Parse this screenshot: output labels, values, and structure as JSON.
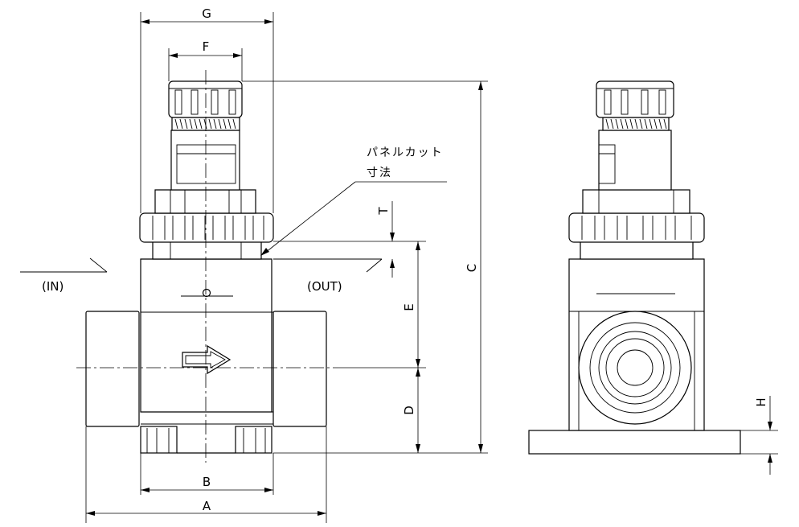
{
  "dimensions": {
    "a": "A",
    "b": "B",
    "c": "C",
    "d": "D",
    "e": "E",
    "f": "F",
    "g": "G",
    "h": "H",
    "t": "T"
  },
  "ports": {
    "inlet": "(IN)",
    "outlet": "(OUT)"
  },
  "annotation": {
    "line1": "パネルカット",
    "line2": "寸法"
  }
}
